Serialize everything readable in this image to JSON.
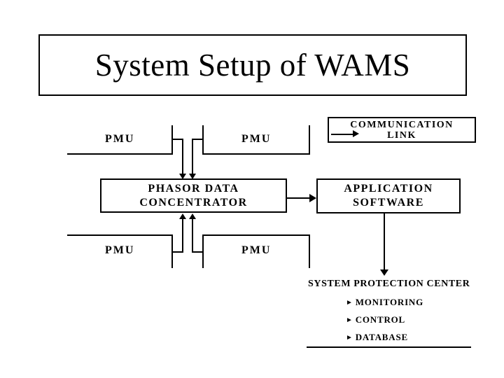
{
  "title": {
    "text": "System Setup of WAMS"
  },
  "diagram": {
    "pmu_top_left": {
      "label": "PMU"
    },
    "pmu_top_right": {
      "label": "PMU"
    },
    "pmu_bottom_left": {
      "label": "PMU"
    },
    "pmu_bottom_right": {
      "label": "PMU"
    },
    "concentrator": {
      "line1": "PHASOR DATA",
      "line2": "CONCENTRATOR"
    },
    "application": {
      "line1": "APPLICATION",
      "line2": "SOFTWARE"
    },
    "legend": {
      "line1": "COMMUNICATION",
      "line2": "LINK"
    },
    "protection": {
      "title": "SYSTEM PROTECTION CENTER",
      "items": [
        {
          "bullet": "►",
          "label": "MONITORING"
        },
        {
          "bullet": "►",
          "label": "CONTROL"
        },
        {
          "bullet": "►",
          "label": "DATABASE"
        }
      ]
    },
    "colors": {
      "line": "#000000",
      "text": "#000000",
      "background": "#ffffff"
    }
  }
}
